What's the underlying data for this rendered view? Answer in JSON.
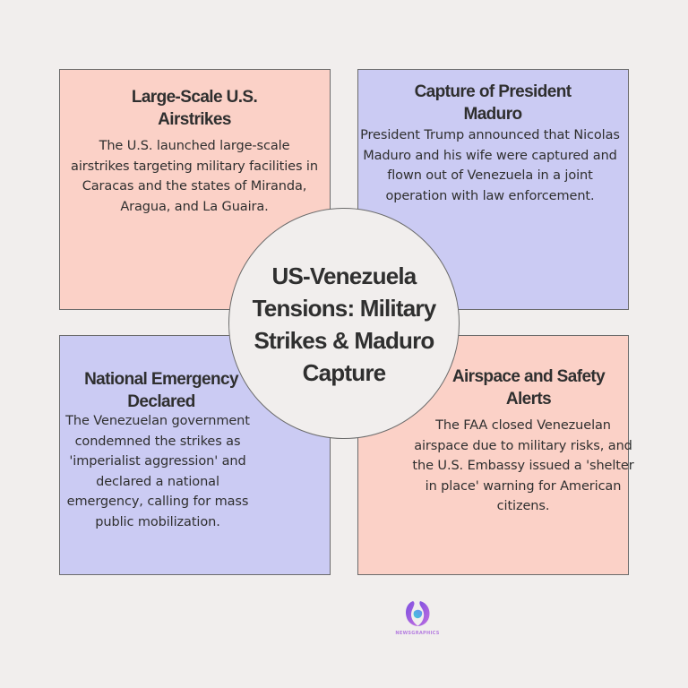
{
  "center": {
    "title": "US-Venezuela Tensions: Military Strikes & Maduro Capture"
  },
  "quadrants": [
    {
      "position": "top-left",
      "color": "#fbd1c7",
      "title": "Large-Scale U.S. Airstrikes",
      "body": "The U.S. launched large-scale airstrikes targeting military facilities in Caracas and the states of Miranda, Aragua, and La Guaira."
    },
    {
      "position": "top-right",
      "color": "#cbcbf3",
      "title": "Capture of President Maduro",
      "body": "President Trump announced that Nicolas Maduro and his wife were captured and flown out of Venezuela in a joint operation with law enforcement."
    },
    {
      "position": "bottom-left",
      "color": "#cbcbf3",
      "title": "National Emergency Declared",
      "body": "The Venezuelan government condemned the strikes as 'imperialist aggression' and declared a national emergency, calling for mass public mobilization."
    },
    {
      "position": "bottom-right",
      "color": "#fbd1c7",
      "title": "Airspace and Safety Alerts",
      "body": "The FAA closed Venezuelan airspace due to military risks, and the U.S. Embassy issued a 'shelter in place' warning for American citizens."
    }
  ],
  "logo": {
    "icon": "globe-logo-icon",
    "text": "NEWSGRAPHICS"
  },
  "colors": {
    "background": "#f1eeed",
    "pink": "#fbd1c7",
    "lavender": "#cbcbf3",
    "text": "#2f2f2f",
    "border": "#6b6b6b"
  }
}
